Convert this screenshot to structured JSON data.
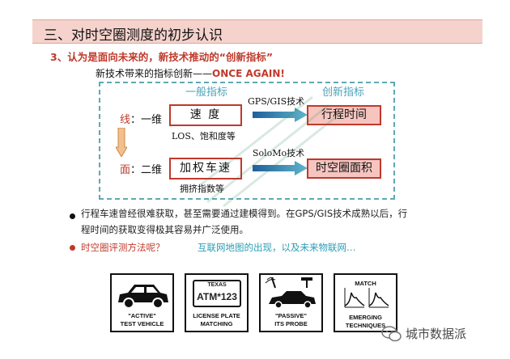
{
  "header": {
    "title": "三、对时空圈测度的初步认识"
  },
  "subheading": "3、认为是面向未来的，新技术推动的“创新指标”",
  "intro": {
    "text": "新技术带来的指标创新——",
    "accent": "ONCE AGAIN!"
  },
  "diagram": {
    "old_header": "一般指标",
    "new_header": "创新指标",
    "row1": {
      "label_prefix": "线",
      "label_suffix": "：一维",
      "old": "速 度",
      "tech": "GPS/GIS技术",
      "new": "行程时间",
      "note": "LOS、饱和度等"
    },
    "row2": {
      "label_prefix": "面",
      "label_suffix": "：二维",
      "old": "加权车速",
      "tech": "SoloMo技术",
      "new": "时空圈面积",
      "note": "拥挤指数等"
    }
  },
  "bullets": [
    {
      "text_line1": "行程车速曾经很难获取，甚至需要通过建模得到。在GPS/GIS技术成熟以后，行",
      "text_line2": "程时间的获取变得极其容易并广泛使用。"
    }
  ],
  "question": {
    "red": "时空圈评测方法呢？",
    "blue": "互联网地图的出现，以及未来物联网…"
  },
  "cards": [
    {
      "caption1": "\"ACTIVE\"",
      "caption2": "TEST VEHICLE"
    },
    {
      "plate_top": "TEXAS",
      "plate": "ATM*123",
      "caption1": "LICENSE PLATE",
      "caption2": "MATCHING"
    },
    {
      "caption1": "\"PASSIVE\"",
      "caption2": "ITS PROBE"
    },
    {
      "title": "MATCH",
      "caption1": "EMERGING",
      "caption2": "TECHNIQUES"
    }
  ],
  "watermark": {
    "text": "城市数据派"
  },
  "colors": {
    "red": "#c0392b",
    "teal": "#4aa3b8",
    "pink": "#f6c5c0",
    "header_bg": "#f5d3cc"
  }
}
